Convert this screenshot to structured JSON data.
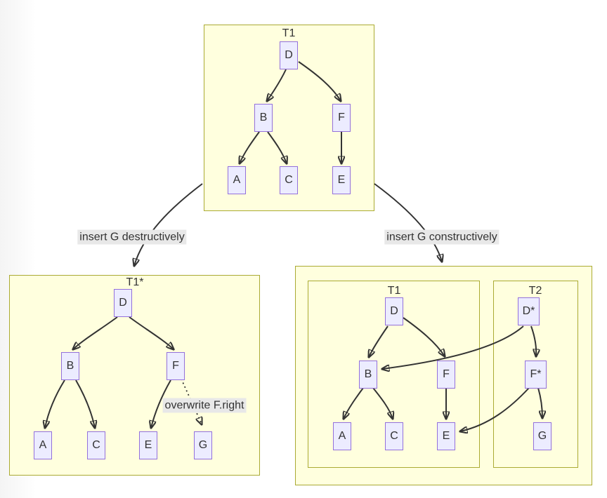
{
  "diagram": {
    "type": "flowchart-trees",
    "colors": {
      "node_fill": "#ECECFF",
      "node_border": "#9370DB",
      "subgraph_fill": "#FFFFDE",
      "subgraph_border": "#AAAA33",
      "edge": "#333333",
      "edge_label_bg": "#E8E8E8"
    },
    "labels": {
      "destructive_edge": "insert G destructively",
      "constructive_edge": "insert G constructively",
      "overwrite_edge": "overwrite F.right"
    },
    "top_tree": {
      "title": "T1",
      "nodes": {
        "D": "D",
        "B": "B",
        "F": "F",
        "A": "A",
        "C": "C",
        "E": "E"
      },
      "edges": [
        "D-B",
        "D-F",
        "B-A",
        "B-C",
        "F-E"
      ]
    },
    "destructive_tree": {
      "title": "T1*",
      "nodes": {
        "D": "D",
        "B": "B",
        "F": "F",
        "A": "A",
        "C": "C",
        "E": "E",
        "G": "G"
      },
      "edges": [
        "D-B",
        "D-F",
        "B-A",
        "B-C",
        "F-E",
        "F-G (dotted, overwrite F.right)"
      ]
    },
    "constructive_group": {
      "t1": {
        "title": "T1",
        "nodes": {
          "D": "D",
          "B": "B",
          "F": "F",
          "A": "A",
          "C": "C",
          "E": "E"
        },
        "edges": [
          "D-B",
          "D-F",
          "B-A",
          "B-C",
          "F-E"
        ]
      },
      "t2": {
        "title": "T2",
        "nodes": {
          "Dstar": "D*",
          "Fstar": "F*",
          "G": "G"
        },
        "edges": [
          "D*-F*",
          "D*-B",
          "F*-G",
          "F*-E"
        ]
      }
    }
  }
}
